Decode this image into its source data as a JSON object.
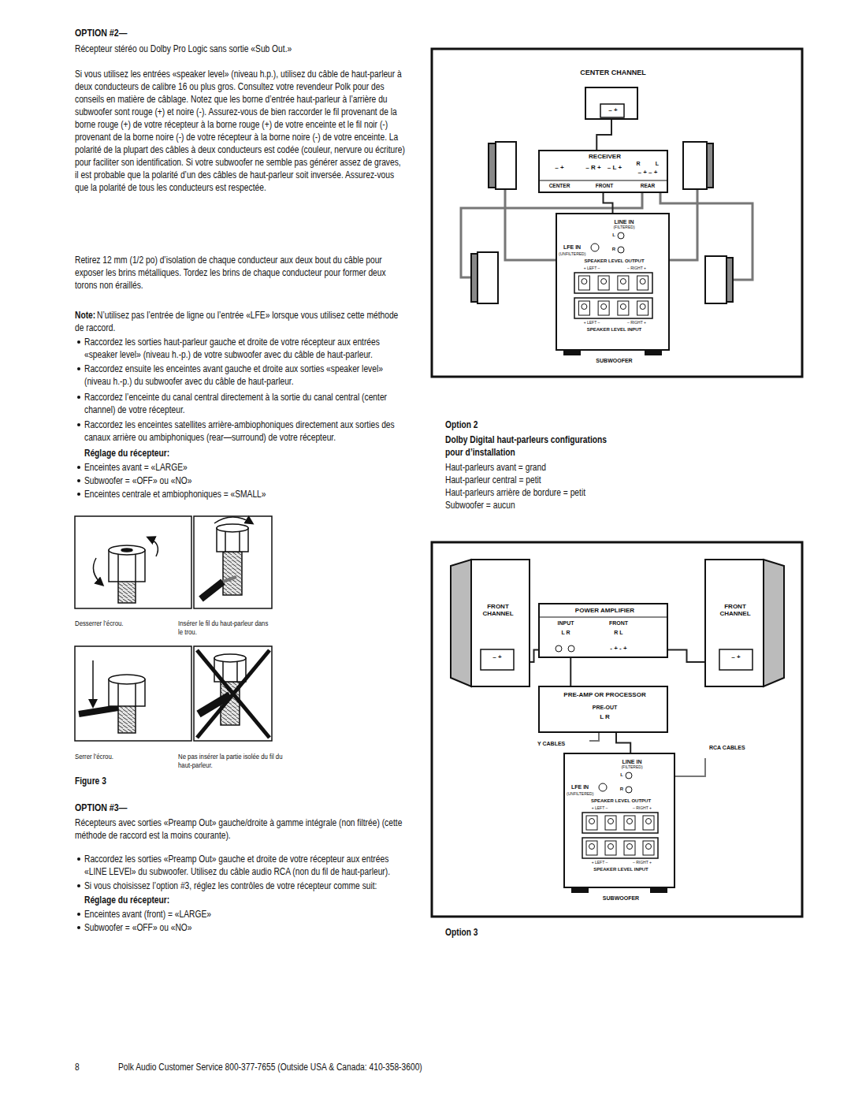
{
  "diagram": {
    "nodes": [
      {
        "text": [
          "CENTER CHANNEL",
          "– +"
        ]
      },
      {
        "text": [
          "RECEIVER",
          "– +",
          "CENTER",
          "– R +",
          "– L +",
          "FRONT",
          "R",
          "L",
          "– + – +",
          "REAR"
        ]
      },
      {
        "text": [
          "LINE IN",
          "(FILTERED)",
          "L",
          "R",
          "LFE IN",
          "(UNFILTERED)",
          "SPEAKER LEVEL OUTPUT",
          "+ LEFT –",
          "– RIGHT +",
          "+ LEFT –",
          "– RIGHT +",
          "SPEAKER LEVEL INPUT",
          "SUBWOOFER"
        ]
      },
      {
        "text": [
          "FRONT CHANNEL",
          "– +"
        ]
      },
      {
        "text": [
          "POWER AMPLIFIER",
          "INPUT",
          "FRONT",
          "L R",
          "R L",
          "- + - +"
        ]
      },
      {
        "text": [
          "FRONT CHANNEL",
          "– +"
        ]
      },
      {
        "text": [
          "PRE-AMP OR PROCESSOR",
          "PRE-OUT",
          "L R"
        ]
      },
      {
        "text": [
          "LINE IN",
          "(FILTERED)",
          "L",
          "R",
          "LFE IN",
          "(UNFILTERED)",
          "SPEAKER LEVEL OUTPUT",
          "+ LEFT –",
          "– RIGHT +",
          "+ LEFT –",
          "– RIGHT +",
          "SPEAKER LEVEL INPUT",
          "SUBWOOFER"
        ]
      }
    ],
    "edges": [
      {
        "from": 1,
        "to": 0,
        "arrow": "none"
      },
      {
        "from": 1,
        "to": 2,
        "arrow": "none"
      },
      {
        "from": 4,
        "to": 3,
        "arrow": "none"
      },
      {
        "from": 4,
        "to": 5,
        "arrow": "none"
      },
      {
        "from": 6,
        "to": 4,
        "arrow": "none"
      },
      {
        "from": 6,
        "to": 7,
        "arrow": "none"
      }
    ],
    "labels": [
      "OPTION #2—",
      "Récepteur stéréo ou Dolby Pro Logic sans sortie «Sub Out.»",
      "Si vous utilisez les entrées «speaker level» (niveau h.p.), utilisez du câble de haut-parleur à deux conducteurs de calibre 16 ou plus gros. Consultez votre revendeur Polk pour des conseils en matière de câblage. Notez que les borne d’entrée haut-parleur à l’arrière du subwoofer sont rouge (+) et noire (-). Assurez-vous de bien raccorder le fil provenant de la borne rouge (+) de votre récepteur à la borne rouge (+) de votre enceinte et le fil noir (-) provenant de la borne noire (-) de votre récepteur à la borne noire (-) de votre enceinte. La polarité de la plupart des câbles à deux conducteurs est codée (couleur, nervure ou écriture) pour faciliter son identification. Si votre subwoofer ne semble pas générer assez de graves, il est probable que la polarité d’un des câbles de haut-parleur soit inversée. Assurez-vous que la polarité de tous les conducteurs est respectée.",
      "Retirez 12 mm (1/2 po) d’isolation de chaque conducteur aux deux bout du câble pour exposer les brins métalliques. Tordez les brins de chaque conducteur pour former deux torons non éraillés.",
      "Note:",
      "N’utilisez pas l’entrée de ligne ou l’entrée «LFE» lorsque vous utilisez cette méthode de raccord.",
      "Raccordez les sorties haut-parleur gauche et droite de votre récepteur aux entrées «speaker level» (niveau h.-p.) de votre subwoofer avec du câble de haut-parleur.",
      "Raccordez ensuite les enceintes avant gauche et droite aux sorties «speaker level» (niveau h.-p.) du subwoofer avec du câble de haut-parleur.",
      "Raccordez l’enceinte du canal central directement à la sortie du canal central (center channel) de votre récepteur.",
      "Raccordez les enceintes satellites arrière-ambiophoniques directement aux sorties des canaux arrière ou ambiphoniques (rear—surround) de votre récepteur.",
      "Réglage du récepteur:",
      "Enceintes avant = «LARGE»",
      "Subwoofer = «OFF» ou «NO»",
      "Enceintes centrale et ambiophoniques = «SMALL»",
      "Desserrer l’écrou.",
      "Insérer le fil du haut-parleur dans le trou.",
      "Serrer l’écrou.",
      "Ne pas insérer la partie isolée du fil du haut-parleur.",
      "Figure 3",
      "OPTION #3—",
      "Récepteurs avec sorties «Preamp Out» gauche/droite à gamme intégrale (non filtrée) (cette méthode de raccord est la moins courante).",
      "Raccordez les sorties «Preamp Out» gauche et droite de votre récepteur aux entrées «LINE LEVEl» du subwoofer. Utilisez du câble audio RCA (non du fil de haut-parleur).",
      "Si vous choisissez l’option #3, réglez les contrôles de votre récepteur comme suit:",
      "Réglage du récepteur:",
      "Enceintes avant (front) = «LARGE»",
      "Subwoofer = «OFF» ou «NO»",
      "Option 2",
      "Dolby Digital haut-parleurs configurations pour d’installation",
      "Haut-parleurs avant = grand",
      "Haut-parleur central = petit",
      "Haut-parleurs arrière de bordure = petit",
      "Subwoofer = aucun",
      "Y CABLES",
      "RCA CABLES",
      "Option 3",
      "8",
      "Polk Audio Customer Service 800-377-7655 (Outside USA & Canada: 410-358-3600)"
    ]
  }
}
